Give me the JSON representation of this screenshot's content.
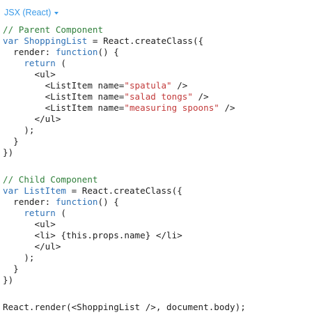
{
  "language_selector": {
    "label": "JSX (React)",
    "icon": "chevron-down-icon"
  },
  "colors": {
    "selector": "#3a9ae8",
    "comment": "#2f7f3a",
    "keyword": "#2f72b6",
    "string": "#c23a3a",
    "text": "#1e1e1e"
  },
  "code": {
    "lines": [
      [
        {
          "t": "// Parent Component",
          "c": "cm"
        }
      ],
      [
        {
          "t": "var",
          "c": "kw"
        },
        {
          "t": " "
        },
        {
          "t": "ShoppingList",
          "c": "nm"
        },
        {
          "t": " = React.createClass({"
        }
      ],
      [
        {
          "t": "  render: "
        },
        {
          "t": "function",
          "c": "kw"
        },
        {
          "t": "() {"
        }
      ],
      [
        {
          "t": "    "
        },
        {
          "t": "return",
          "c": "kw"
        },
        {
          "t": " ("
        }
      ],
      [
        {
          "t": "      <ul>"
        }
      ],
      [
        {
          "t": "        <ListItem name="
        },
        {
          "t": "\"spatula\"",
          "c": "st"
        },
        {
          "t": " />"
        }
      ],
      [
        {
          "t": "        <ListItem name="
        },
        {
          "t": "\"salad tongs\"",
          "c": "st"
        },
        {
          "t": " />"
        }
      ],
      [
        {
          "t": "        <ListItem name="
        },
        {
          "t": "\"measuring spoons\"",
          "c": "st"
        },
        {
          "t": " />"
        }
      ],
      [
        {
          "t": "      </ul>"
        }
      ],
      [
        {
          "t": "    );"
        }
      ],
      [
        {
          "t": "  }"
        }
      ],
      [
        {
          "t": "})"
        }
      ],
      [],
      [
        {
          "t": "// Child Component",
          "c": "cm"
        }
      ],
      [
        {
          "t": "var",
          "c": "kw"
        },
        {
          "t": " "
        },
        {
          "t": "ListItem",
          "c": "nm"
        },
        {
          "t": " = React.createClass({"
        }
      ],
      [
        {
          "t": "  render: "
        },
        {
          "t": "function",
          "c": "kw"
        },
        {
          "t": "() {"
        }
      ],
      [
        {
          "t": "    "
        },
        {
          "t": "return",
          "c": "kw"
        },
        {
          "t": " ("
        }
      ],
      [
        {
          "t": "      <ul>"
        }
      ],
      [
        {
          "t": "      <li> {this.props.name} </li>"
        }
      ],
      [
        {
          "t": "      </ul>"
        }
      ],
      [
        {
          "t": "    );"
        }
      ],
      [
        {
          "t": "  }"
        }
      ],
      [
        {
          "t": "})"
        }
      ],
      [],
      [
        {
          "t": "React.render(<ShoppingList />, document.body);"
        }
      ]
    ]
  }
}
